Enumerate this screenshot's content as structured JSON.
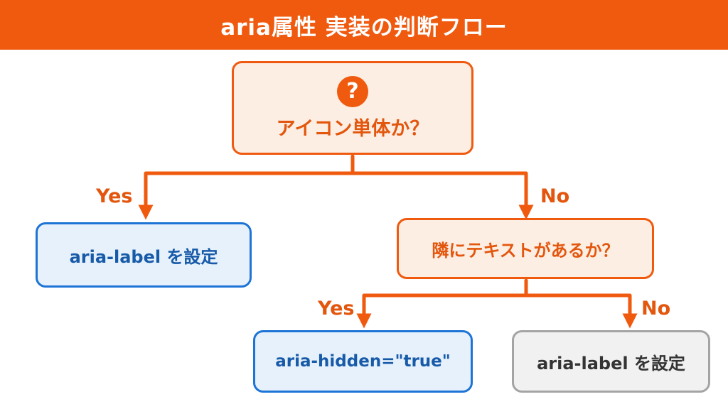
{
  "header": {
    "title": "aria属性 実装の判断フロー"
  },
  "flow": {
    "question_1": {
      "icon": "question-mark-icon",
      "icon_glyph": "?",
      "text": "アイコン単体か？"
    },
    "question_1_yes_label": "Yes",
    "question_1_no_label": "No",
    "result_yes_1": {
      "text": "aria-label を設定"
    },
    "question_2": {
      "text": "隣にテキストがあるか？"
    },
    "question_2_yes_label": "Yes",
    "question_2_no_label": "No",
    "result_yes_2": {
      "text": "aria-hidden=\"true\""
    },
    "result_no_2": {
      "text": "aria-label を設定"
    }
  },
  "colors": {
    "accent": "#ef5a0f",
    "question_fill": "#fdeee4",
    "blue_border": "#1d74d6",
    "blue_fill": "#e6f1fc",
    "gray_border": "#a4a4a4",
    "gray_fill": "#f1f1f1"
  }
}
